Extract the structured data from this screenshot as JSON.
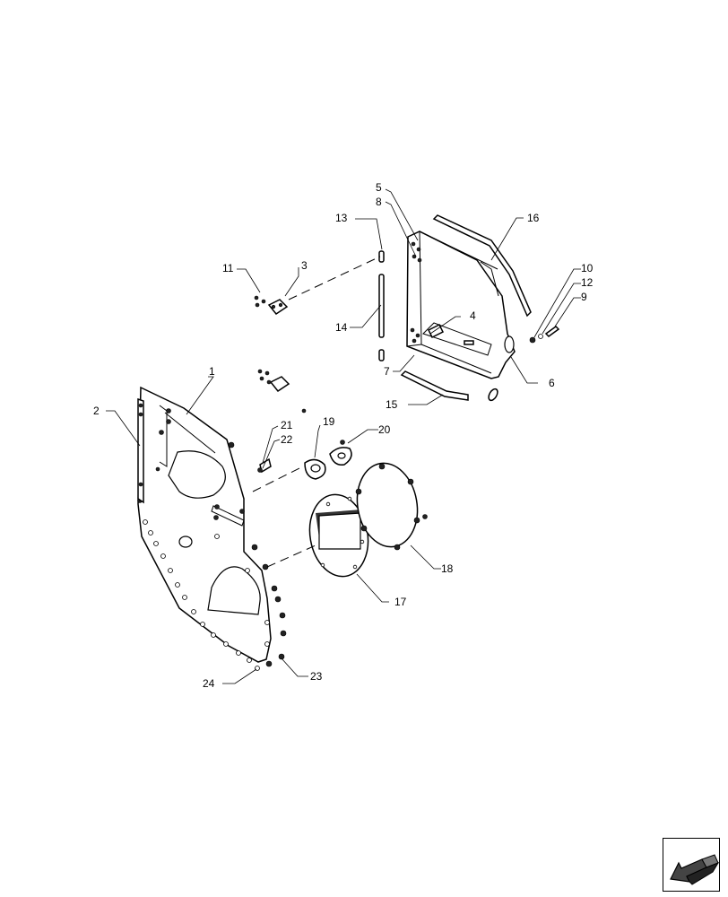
{
  "callouts": {
    "c1": "1",
    "c2": "2",
    "c3": "3",
    "c4": "4",
    "c5": "5",
    "c6": "6",
    "c7": "7",
    "c8": "8",
    "c9": "9",
    "c10": "10",
    "c11": "11",
    "c12": "12",
    "c13": "13",
    "c14": "14",
    "c15": "15",
    "c16": "16",
    "c17": "17",
    "c18": "18",
    "c19": "19",
    "c20": "20",
    "c21": "21",
    "c22": "22",
    "c23": "23",
    "c24": "24"
  },
  "navigation": {
    "icon": "next-page-arrow-icon"
  }
}
